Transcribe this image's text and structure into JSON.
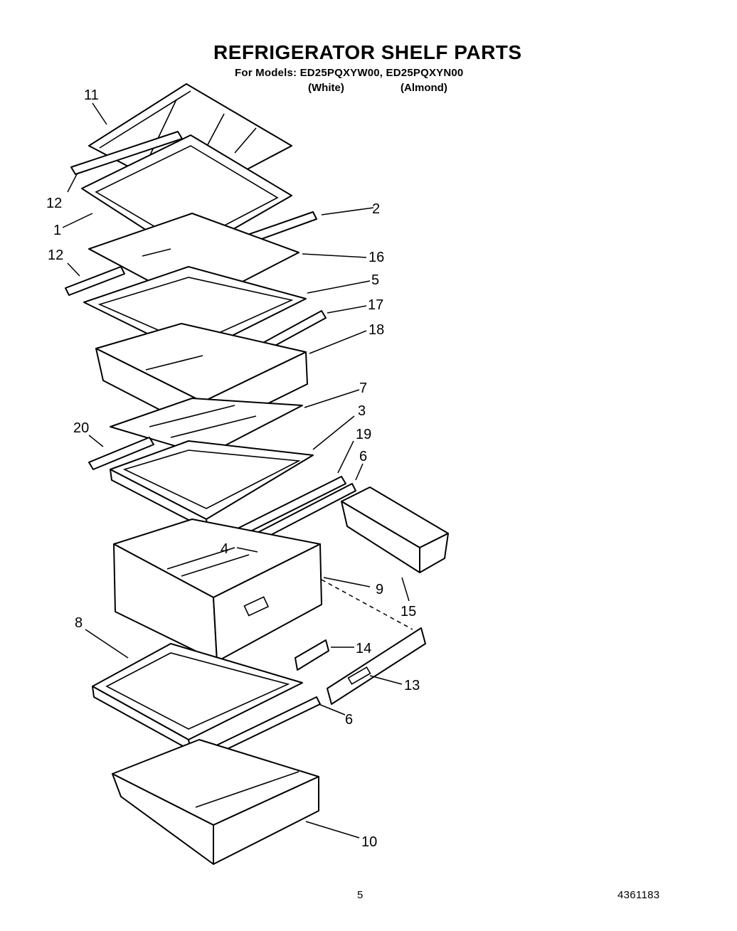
{
  "header": {
    "title": "REFRIGERATOR SHELF PARTS",
    "models_line": "For Models: ED25PQXYW00, ED25PQXYN00",
    "variant_white": "(White)",
    "variant_almond": "(Almond)"
  },
  "callouts": {
    "c11": "11",
    "c12a": "12",
    "c1": "1",
    "c12b": "12",
    "c2": "2",
    "c16": "16",
    "c5": "5",
    "c17": "17",
    "c18": "18",
    "c7": "7",
    "c3": "3",
    "c20": "20",
    "c19": "19",
    "c6a": "6",
    "c4": "4",
    "c9": "9",
    "c15": "15",
    "c8": "8",
    "c14": "14",
    "c13": "13",
    "c6b": "6",
    "c10": "10"
  },
  "footer": {
    "page_number": "5",
    "document_number": "4361183"
  }
}
